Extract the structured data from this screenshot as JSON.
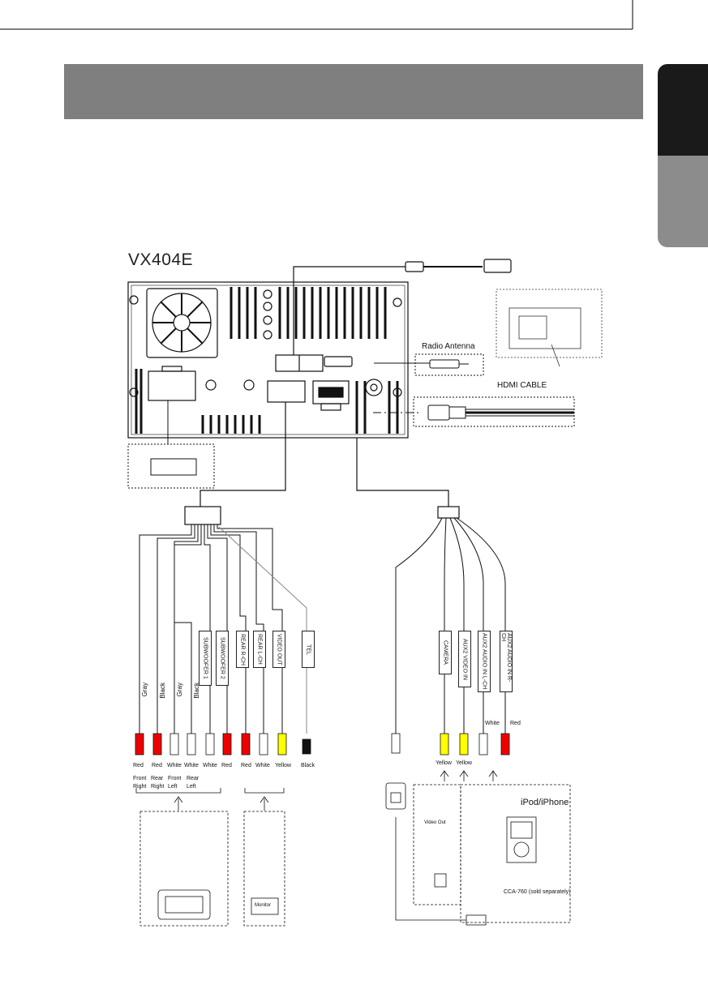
{
  "page": {
    "model": "VX404E"
  },
  "labels": {
    "radio_antenna": "Radio Antenna",
    "hdmi_cable": "HDMI CABLE",
    "ipod": "iPod/iPhone",
    "video_out": "Video Out",
    "cca": "CCA-760 (sold separately)",
    "monitor": "Monitor"
  },
  "left_harness": {
    "tags": [
      "SUBWOOFER 1",
      "SUBWOOFER 2",
      "REAR R-CH",
      "REAR L-CH",
      "VIDEO OUT",
      "TEL"
    ],
    "wire_colors": [
      "Gray",
      "Black",
      "Gray",
      "Black"
    ],
    "plug_colors": [
      "Red",
      "Red",
      "White",
      "White",
      "White",
      "Red",
      "Red",
      "White",
      "Yellow",
      "Black"
    ],
    "positions": [
      {
        "line1": "Front",
        "line2": "Right"
      },
      {
        "line1": "Rear",
        "line2": "Right"
      },
      {
        "line1": "Front",
        "line2": "Left"
      },
      {
        "line1": "Rear",
        "line2": "Left"
      }
    ]
  },
  "right_harness": {
    "tags": [
      "CAMERA",
      "AUX2 VIDEO IN",
      "AUX2 AUDIO IN L-CH",
      "AUX2 AUDIO IN R-CH"
    ],
    "top_colors": [
      "White",
      "Red"
    ],
    "plug_colors": [
      "Yellow",
      "Yellow"
    ]
  }
}
